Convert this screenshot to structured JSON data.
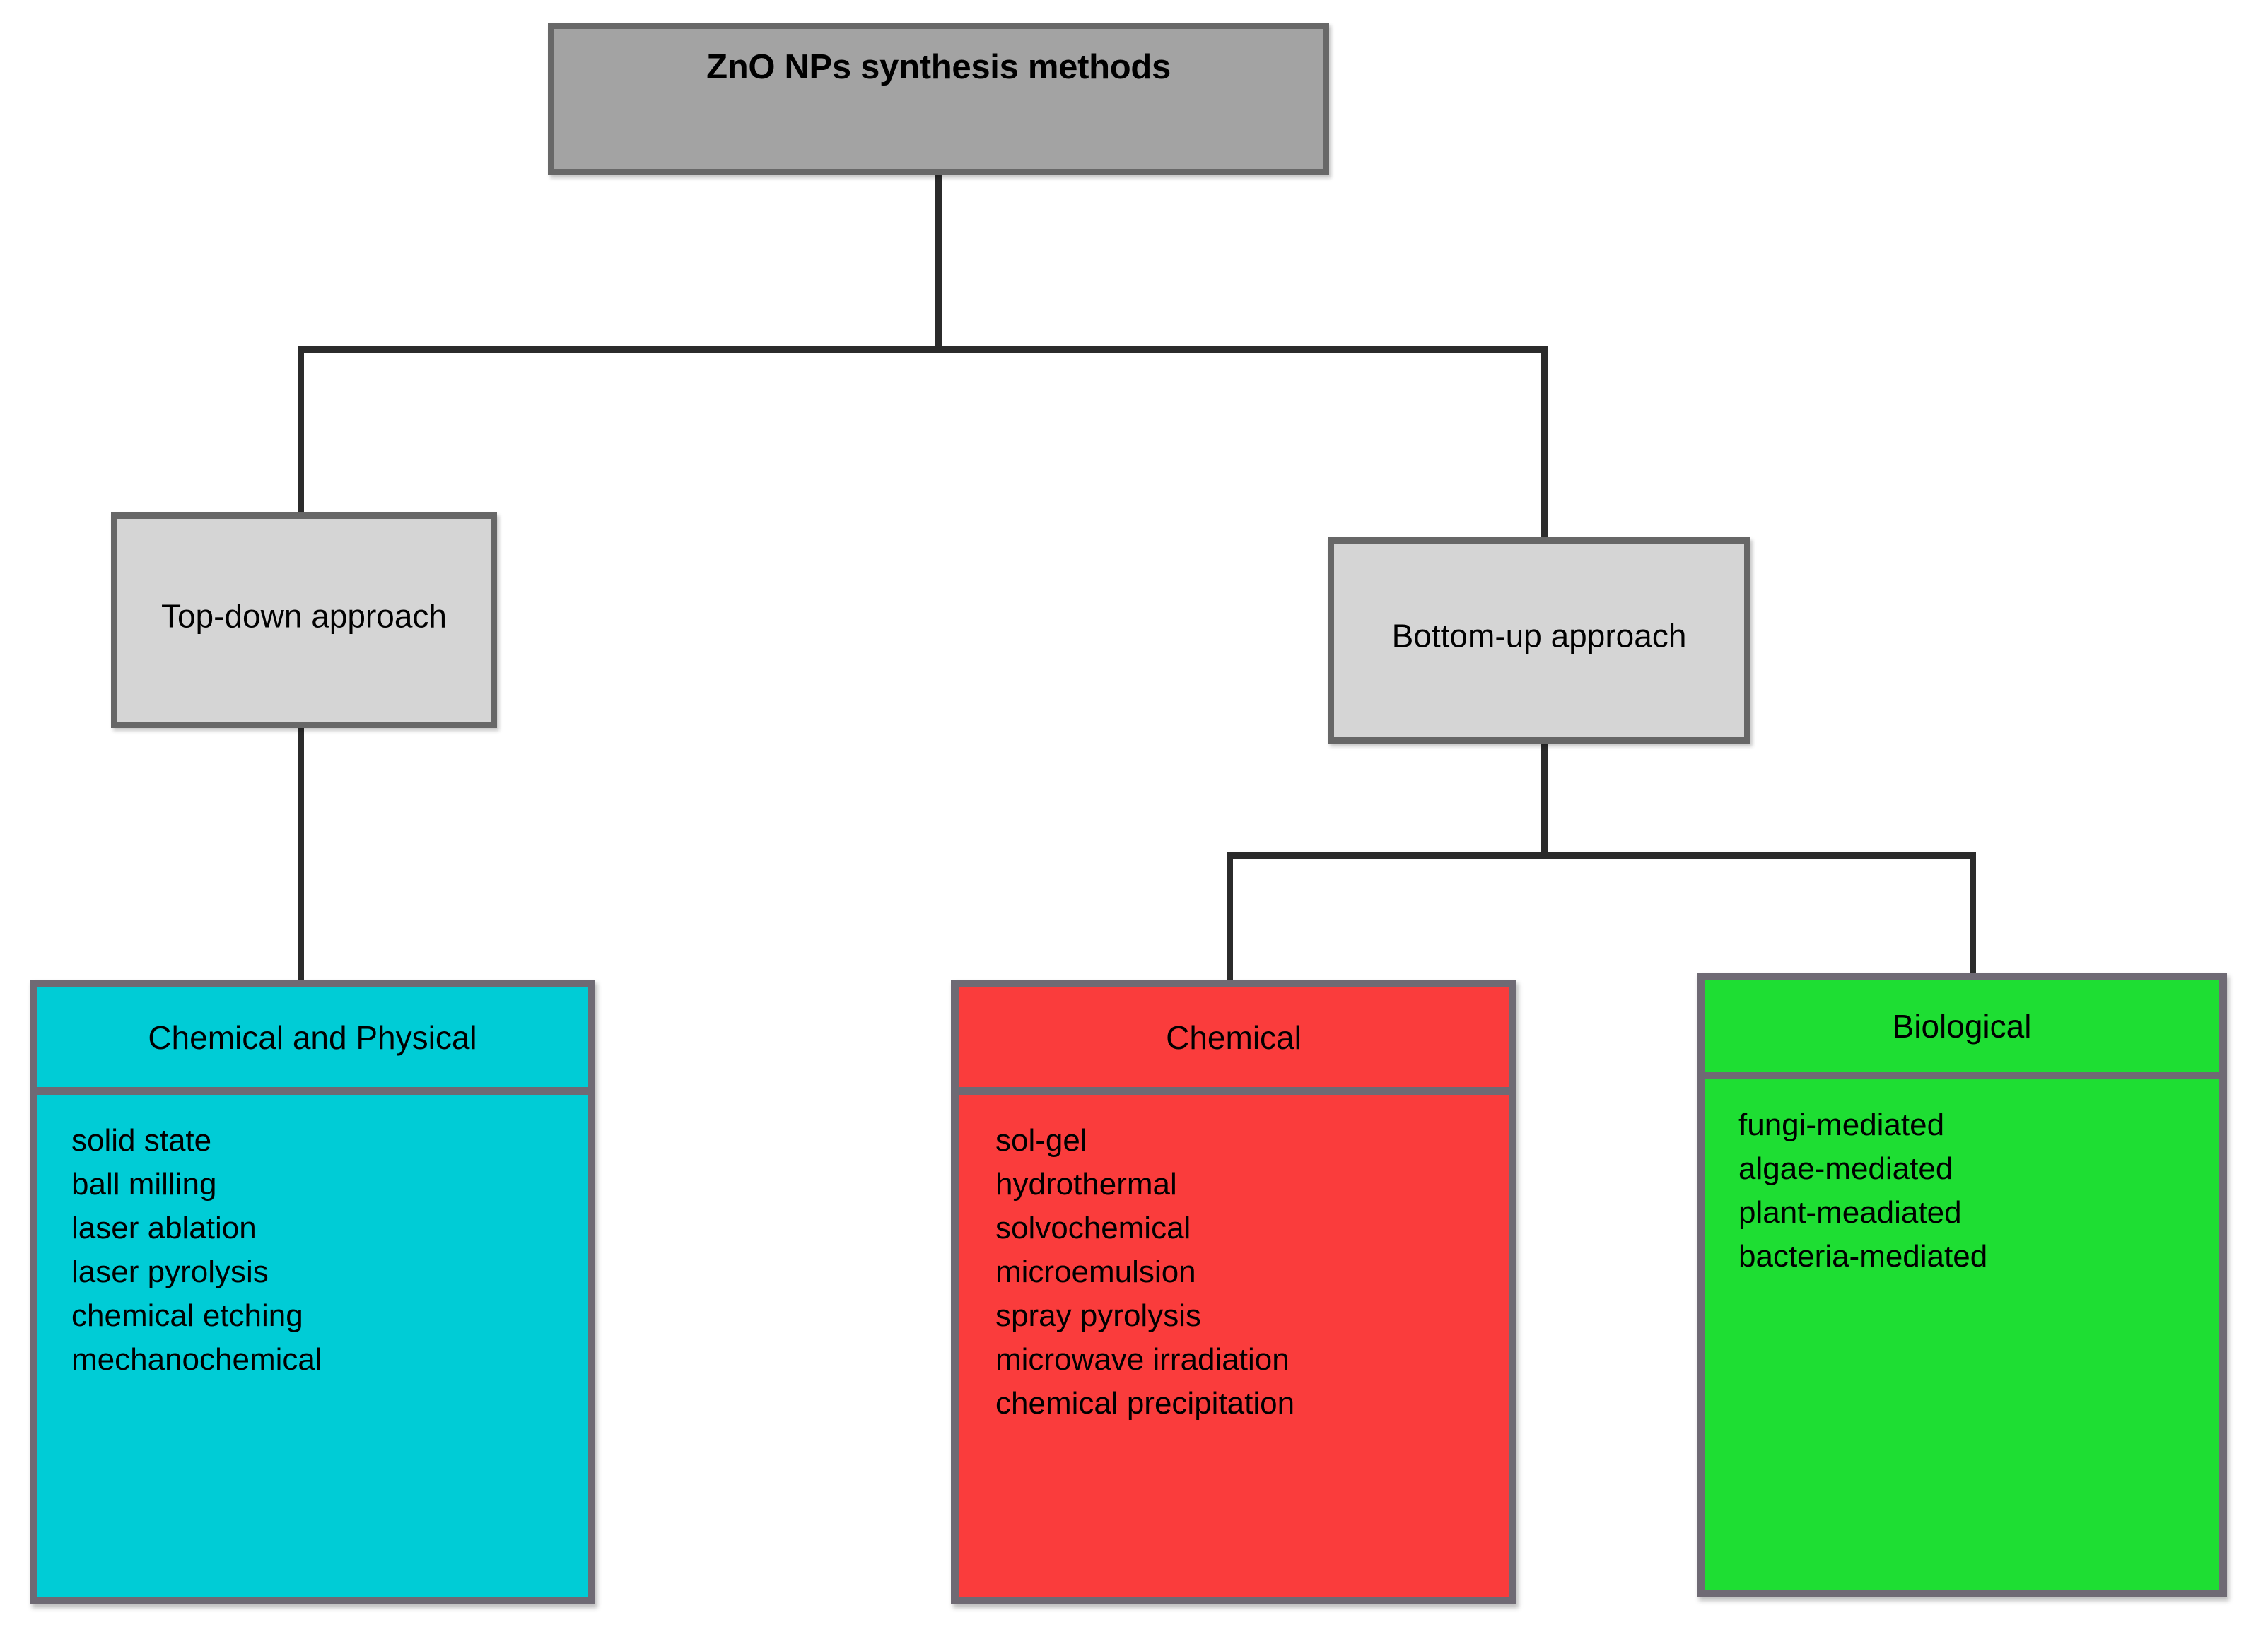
{
  "diagram": {
    "title": "ZnO NPs synthesis methods",
    "colors": {
      "root_fill": "#A3A3A3",
      "approach_fill": "#D5D5D5",
      "box_border": "#686868",
      "panel_border": "#6F6A74",
      "connector": "#2B2B2B",
      "chemical_physical_fill": "#00CCD6",
      "chemical_fill": "#FA3C3C",
      "biological_fill": "#1EDE33",
      "text": "#000000",
      "background": "#FFFFFF"
    }
  },
  "root": {
    "label": "ZnO NPs synthesis methods"
  },
  "approaches": [
    {
      "id": "top-down",
      "label": "Top-down approach"
    },
    {
      "id": "bottom-up",
      "label": "Bottom-up approach"
    }
  ],
  "categories": [
    {
      "id": "chemical-and-physical",
      "header": "Chemical and Physical",
      "parent": "Top-down approach",
      "items": [
        "solid state",
        "ball milling",
        "laser ablation",
        "laser pyrolysis",
        "chemical etching",
        "mechanochemical"
      ]
    },
    {
      "id": "chemical",
      "header": "Chemical",
      "parent": "Bottom-up approach",
      "items": [
        "sol-gel",
        "hydrothermal",
        "solvochemical",
        "microemulsion",
        "spray pyrolysis",
        "microwave irradiation",
        "chemical precipitation"
      ]
    },
    {
      "id": "biological",
      "header": "Biological",
      "parent": "Bottom-up approach",
      "items": [
        "fungi-mediated",
        "algae-mediated",
        "plant-meadiated",
        "bacteria-mediated"
      ]
    }
  ]
}
